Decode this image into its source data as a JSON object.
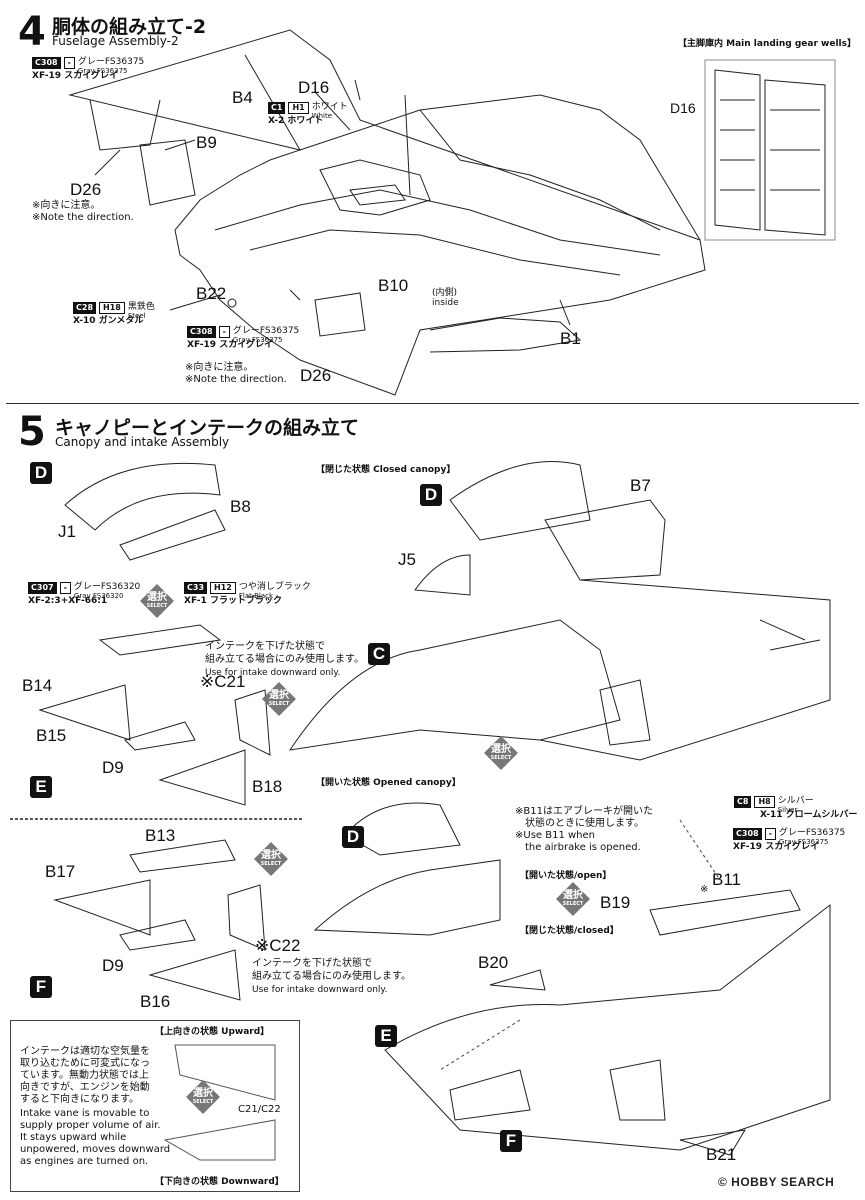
{
  "step4": {
    "number": "4",
    "title_jp": "胴体の組み立て-2",
    "title_en": "Fuselage Assembly-2",
    "paint_c308": {
      "code": "C308",
      "h": "-",
      "jp": "グレーFS36375",
      "en": "Gray FS36375",
      "name": "XF-19 スカイグレイ"
    },
    "paint_c1": {
      "code": "C1",
      "h": "H1",
      "jp": "ホワイト",
      "en": "White",
      "name": "X-2 ホワイト"
    },
    "paint_c28": {
      "code": "C28",
      "h": "H18",
      "jp": "黒鉄色",
      "en": "Steel",
      "name": "X-10 ガンメタル"
    },
    "paint_c308b": {
      "code": "C308",
      "h": "-",
      "jp": "グレーFS36375",
      "en": "Gray FS36375",
      "name": "XF-19 スカイグレイ"
    },
    "parts": {
      "b4": "B4",
      "b9": "B9",
      "d26a": "D26",
      "d16": "D16",
      "b22": "B22",
      "b10": "B10",
      "b1": "B1",
      "d26b": "D26",
      "d16b": "D16"
    },
    "inside_jp": "(内側)",
    "inside_en": "inside",
    "note1_jp": "※向きに注意。",
    "note1_en": "※Note the direction.",
    "note2_jp": "※向きに注意。",
    "note2_en": "※Note the direction.",
    "wells_label": "【主脚庫内 Main landing gear wells】"
  },
  "step5": {
    "number": "5",
    "title_jp": "キャノピーとインテークの組み立て",
    "title_en": "Canopy and intake Assembly",
    "letters": {
      "d1": "D",
      "e1": "E",
      "f1": "F",
      "c1": "C",
      "d2": "D",
      "d3": "D",
      "e2": "E",
      "f2": "F"
    },
    "parts": {
      "j1": "J1",
      "b8": "B8",
      "b14": "B14",
      "b15": "B15",
      "d9a": "D9",
      "b18": "B18",
      "c21": "※C21",
      "b13": "B13",
      "b17": "B17",
      "d9b": "D9",
      "c22": "※C22",
      "b16": "B16",
      "j5": "J5",
      "b7": "B7",
      "b11": "B11",
      "b11mark": "※",
      "b19": "B19",
      "b20": "B20",
      "b21": "B21",
      "c21c22": "C21/C22"
    },
    "paint_c307": {
      "code": "C307",
      "h": "-",
      "jp": "グレーFS36320",
      "en": "Gray FS36320",
      "name": "XF-2:3+XF-66:1"
    },
    "paint_c33": {
      "code": "C33",
      "h": "H12",
      "jp": "つや消しブラック",
      "en": "Flat Black",
      "name": "XF-1 フラットブラック"
    },
    "paint_c8": {
      "code": "C8",
      "h": "H8",
      "jp": "シルバー",
      "en": "Silver",
      "name": "X-11 クロームシルバー"
    },
    "paint_c308": {
      "code": "C308",
      "h": "-",
      "jp": "グレーFS36375",
      "en": "Gray FS36375",
      "name": "XF-19 スカイグレイ"
    },
    "select": {
      "jp": "選択",
      "en": "SELECT"
    },
    "intake_note1_jp1": "インテークを下げた状態で",
    "intake_note1_jp2": "組み立てる場合にのみ使用します。",
    "intake_note1_en": "Use for intake downward only.",
    "intake_note2_jp1": "インテークを下げた状態で",
    "intake_note2_jp2": "組み立てる場合にのみ使用します。",
    "intake_note2_en": "Use for intake downward only.",
    "closed_canopy": "【閉じた状態 Closed canopy】",
    "opened_canopy": "【開いた状態 Opened canopy】",
    "airbrake_jp1": "※B11はエアブレーキが開いた",
    "airbrake_jp2": "状態のときに使用します。",
    "airbrake_en1": "※Use B11 when",
    "airbrake_en2": "the airbrake is opened.",
    "open_label": "【開いた状態/open】",
    "closed_label": "【閉じた状態/closed】",
    "upward": "【上向きの状態 Upward】",
    "downward": "【下向きの状態 Downward】",
    "vane_jp": [
      "インテークは適切な空気量を",
      "取り込むために可変式になっ",
      "ています。無動力状態では上",
      "向きですが、エンジンを始動",
      "すると下向きになります。"
    ],
    "vane_en": [
      "Intake vane is movable to",
      "supply proper volume of air.",
      "It stays upward while",
      "unpowered, moves downward",
      "as engines are turned on."
    ]
  },
  "watermark": "© HOBBY SEARCH"
}
